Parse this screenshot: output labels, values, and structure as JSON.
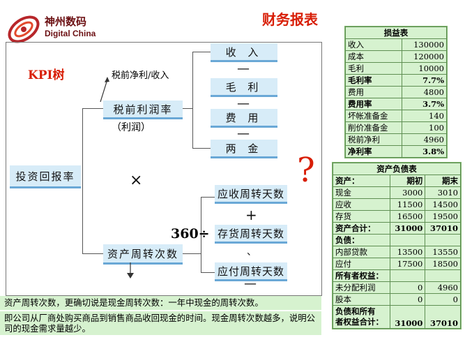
{
  "logo": {
    "cn": "神州数码",
    "en": "Digital China"
  },
  "title": "财务报表",
  "kpi_label": "KPI树",
  "annotation": "税前净利/收入",
  "question_mark": "?",
  "nodes": {
    "root": "投资回报率",
    "profit_rate": "税前利润率",
    "profit_sub": "（利润）",
    "asset_turn": "资产周转次数",
    "revenue": "收 入",
    "gross": "毛 利",
    "expense": "费 用",
    "tax": "两 金",
    "recv": "应收周转天数",
    "inv": "存货周转天数",
    "pay": "应付周转天数"
  },
  "operators": {
    "minus": "—",
    "times": "×",
    "plus": "+",
    "dot": "、",
    "div": "360÷"
  },
  "income_statement": {
    "title": "损益表",
    "rows": [
      {
        "label": "收入",
        "value": "130000",
        "bold": false
      },
      {
        "label": "成本",
        "value": "120000",
        "bold": false
      },
      {
        "label": "毛利",
        "value": "10000",
        "bold": false
      },
      {
        "label": "毛利率",
        "value": "7.7%",
        "bold": true
      },
      {
        "label": "费用",
        "value": "4800",
        "bold": false
      },
      {
        "label": "费用率",
        "value": "3.7%",
        "bold": true
      },
      {
        "label": "坏帐准备金",
        "value": "140",
        "bold": false
      },
      {
        "label": "削价准备金",
        "value": "100",
        "bold": false
      },
      {
        "label": "税前净利",
        "value": "4960",
        "bold": false
      },
      {
        "label": "净利率",
        "value": "3.8%",
        "bold": true
      }
    ]
  },
  "balance_sheet": {
    "title": "资产负债表",
    "rows": [
      {
        "label": "资产：",
        "a": "期初",
        "b": "期末",
        "bold": true
      },
      {
        "label": "现金",
        "a": "3000",
        "b": "3010",
        "bold": false
      },
      {
        "label": "应收",
        "a": "11500",
        "b": "14500",
        "bold": false
      },
      {
        "label": "存货",
        "a": "16500",
        "b": "19500",
        "bold": false
      },
      {
        "label": "资产合计：",
        "a": "31000",
        "b": "37010",
        "bold": true
      },
      {
        "label": "负债：",
        "a": "",
        "b": "",
        "bold": true
      },
      {
        "label": "内部贷款",
        "a": "13500",
        "b": "13550",
        "bold": false
      },
      {
        "label": "应付",
        "a": "17500",
        "b": "18500",
        "bold": false
      },
      {
        "label": "所有者权益：",
        "a": "",
        "b": "",
        "bold": true
      },
      {
        "label": "未分配利润",
        "a": "0",
        "b": "4960",
        "bold": false
      },
      {
        "label": "股本",
        "a": "0",
        "b": "0",
        "bold": false
      }
    ],
    "total_label_1": "负债和所有",
    "total_label_2": "者权益合计：",
    "total_a": "31000",
    "total_b": "37010"
  },
  "notes": {
    "line1": "资产周转次数，更确切说是现金周转次数：一年中现金的周转次数。",
    "line2": "即公司从厂商处购买商品到销售商品收回现金的时间。现金周转次数越多，说明公司的现金需求量越少。"
  },
  "colors": {
    "title": "#d81e06",
    "node_bg": "#d7ecf8",
    "panel_bg": "#d6f2cf",
    "logo": "#6b0f12"
  }
}
